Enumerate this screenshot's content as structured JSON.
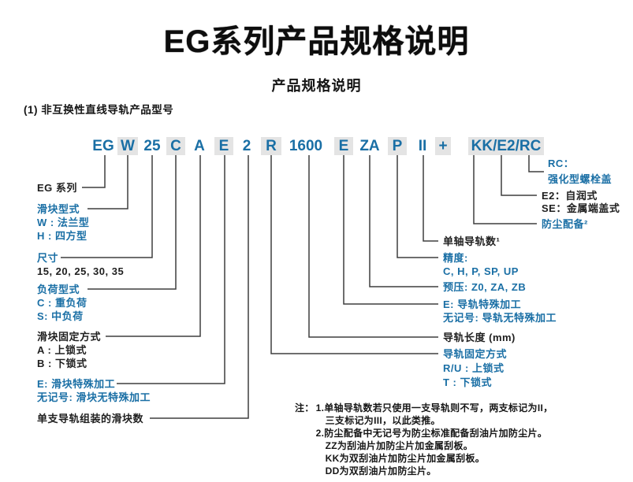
{
  "title": "EG系列产品规格说明",
  "subtitle": "产品规格说明",
  "section_heading": "(1) 非互换性直线导轨产品型号",
  "colors": {
    "accent_blue": "#1a6fa5",
    "text_black": "#1f1f1f",
    "segment_shade_gray": "#e4e4e4",
    "connector_line": "#3f3f3f"
  },
  "model_code": {
    "segments": [
      "EG",
      "W",
      "25",
      "C",
      "A",
      "E",
      "2",
      "R",
      "1600",
      "E",
      "ZA",
      "P",
      "II",
      "+",
      "KK/E2/RC"
    ]
  },
  "left_labels": {
    "series": "EG 系列",
    "block_type": {
      "title": "滑块型式",
      "w": "W : 法兰型",
      "h": "H : 四方型"
    },
    "size": {
      "title": "尺寸",
      "values": "15, 20, 25, 30, 35"
    },
    "load_type": {
      "title": "负荷型式",
      "c": "C : 重负荷",
      "s": "S: 中负荷"
    },
    "block_fixing": {
      "title": "滑块固定方式",
      "a": "A : 上锁式",
      "b": "B : 下锁式"
    },
    "block_machining": {
      "e": "E: 滑块特殊加工",
      "none": "无记号: 滑块无特殊加工"
    },
    "blocks_per_rail": "单支导轨组装的滑块数"
  },
  "right_labels": {
    "rc": {
      "code": "RC：",
      "desc": "强化型螺栓盖"
    },
    "e2": "E2：自润式",
    "se": "SE：金属端盖式",
    "dust_proof": "防尘配备²",
    "rails_per_axis": "单轴导轨数¹",
    "precision": {
      "title": "精度:",
      "values": "C, H, P, SP, UP"
    },
    "preload": "预压: Z0, ZA, ZB",
    "rail_machining": {
      "e": "E: 导轨特殊加工",
      "none": "无记号: 导轨无特殊加工"
    },
    "rail_length": "导轨长度 (mm)",
    "rail_fixing": {
      "title": "导轨固定方式",
      "ru": "R/U : 上锁式",
      "t": "T : 下锁式"
    }
  },
  "notes": {
    "label": "注：",
    "lines": [
      "1.单轴导轨数若只使用一支导轨则不写，两支标记为II，",
      "三支标记为III，以此类推。",
      "2.防尘配备中无记号为防尘标准配备刮油片加防尘片。",
      "ZZ为刮油片加防尘片加金属刮板。",
      "KK为双刮油片加防尘片加金属刮板。",
      "DD为双刮油片加防尘片。"
    ]
  }
}
